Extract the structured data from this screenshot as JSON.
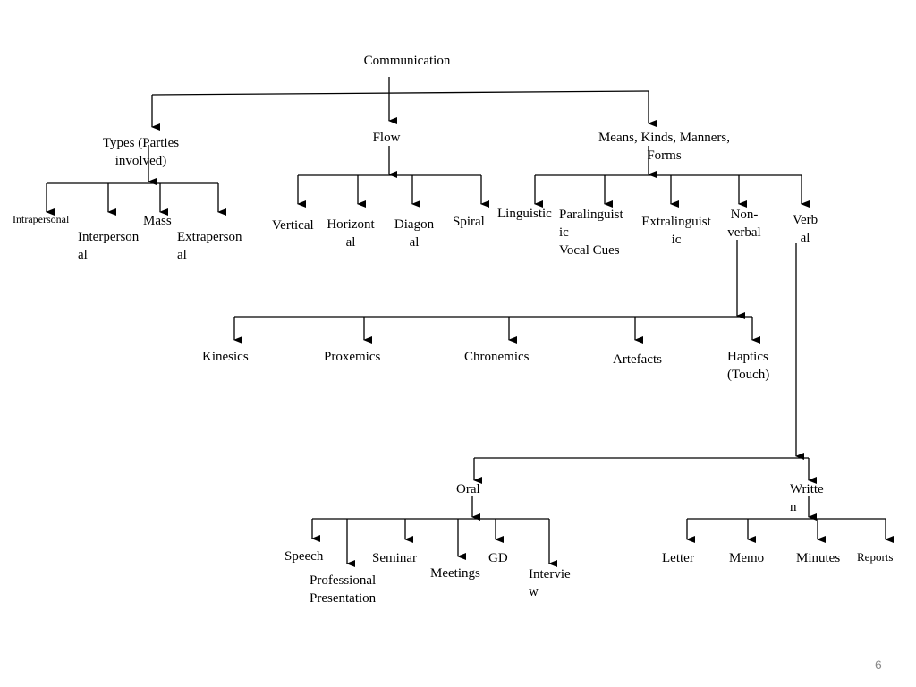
{
  "root": "Communication",
  "level1": {
    "types": "Types (Parties\ninvolved)",
    "flow": "Flow",
    "means": "Means, Kinds, Manners,\nForms"
  },
  "types": {
    "intrapersonal": "Intrapersonal",
    "interpersonal": "Interperson\nal",
    "mass": "Mass",
    "extrapersonal": "Extraperson\nal"
  },
  "flow": {
    "vertical": "Vertical",
    "horizontal": "Horizont\nal",
    "diagonal": "Diagon\nal",
    "spiral": "Spiral"
  },
  "means": {
    "linguistic": "Linguistic",
    "paralinguistic": "Paralinguist\nic\nVocal Cues",
    "extralinguistic": "Extralinguist\nic",
    "nonverbal": "Non-\nverbal",
    "verbal": "Verb\nal"
  },
  "nonverbal": {
    "kinesics": "Kinesics",
    "proxemics": "Proxemics",
    "chronemics": "Chronemics",
    "artefacts": "Artefacts",
    "haptics": "Haptics\n(Touch)"
  },
  "verbal": {
    "oral": "Oral",
    "written": "Writte\nn"
  },
  "oral": {
    "speech": "Speech",
    "presentation": "Professional\nPresentation",
    "seminar": "Seminar",
    "meetings": "Meetings",
    "gd": "GD",
    "interview": "Intervie\nw"
  },
  "written": {
    "letter": "Letter",
    "memo": "Memo",
    "minutes": "Minutes",
    "reports": "Reports"
  },
  "page_number": "6"
}
